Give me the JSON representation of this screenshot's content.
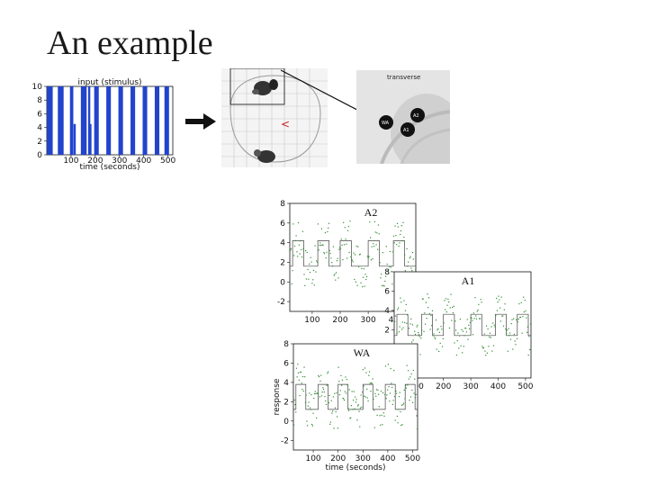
{
  "slide": {
    "title": "An example"
  },
  "colors": {
    "stimulus_bar": "#2244cc",
    "data_points": "#2e8b2e",
    "fit_line": "#444444",
    "axis": "#111111",
    "arrow_red": "#cc2222"
  },
  "brain_slices": {
    "transverse_label": "transverse",
    "regions": [
      "A2",
      "A1",
      "WA"
    ]
  },
  "chart_data": [
    {
      "type": "bar",
      "title": "input (stimulus)",
      "xlabel": "time (seconds)",
      "ylabel": "",
      "xlim": [
        0,
        520
      ],
      "ylim": [
        0,
        10
      ],
      "xticks": [
        100,
        200,
        300,
        400,
        500
      ],
      "yticks": [
        0,
        2,
        4,
        6,
        8,
        10
      ],
      "bars_x": [
        5,
        10,
        15,
        20,
        50,
        55,
        60,
        65,
        100,
        105,
        115,
        145,
        150,
        155,
        160,
        175,
        180,
        200,
        205,
        210,
        250,
        255,
        260,
        300,
        305,
        310,
        350,
        355,
        360,
        400,
        405,
        410,
        450,
        455,
        460,
        490,
        495,
        500
      ],
      "bars_height": [
        10,
        10,
        10,
        10,
        10,
        10,
        10,
        10,
        10,
        10,
        4.5,
        10,
        10,
        10,
        10,
        10,
        4.5,
        10,
        10,
        10,
        10,
        10,
        10,
        10,
        10,
        10,
        10,
        10,
        10,
        10,
        10,
        10,
        10,
        10,
        10,
        10,
        10,
        10
      ]
    },
    {
      "type": "scatter",
      "title": "A2",
      "xlabel": "",
      "ylabel": "",
      "xlim": [
        20,
        470
      ],
      "ylim": [
        -3,
        8
      ],
      "xticks": [
        100,
        200,
        300,
        400
      ],
      "yticks": [
        -2,
        0,
        2,
        4,
        6,
        8
      ],
      "on_level": 4.2,
      "off_level": 1.6
    },
    {
      "type": "scatter",
      "title": "A1",
      "xlabel": "",
      "ylabel": "",
      "xlim": [
        20,
        520
      ],
      "ylim": [
        -3,
        8
      ],
      "xticks": [
        100,
        200,
        300,
        400,
        500
      ],
      "yticks": [
        2,
        4,
        6,
        8
      ],
      "on_level": 3.6,
      "off_level": 1.4
    },
    {
      "type": "scatter",
      "title": "WA",
      "xlabel": "time (seconds)",
      "ylabel": "response",
      "xlim": [
        20,
        520
      ],
      "ylim": [
        -3,
        8
      ],
      "xticks": [
        100,
        200,
        300,
        400,
        500
      ],
      "yticks": [
        -2,
        0,
        2,
        4,
        6,
        8
      ],
      "on_level": 3.8,
      "off_level": 1.2
    }
  ]
}
